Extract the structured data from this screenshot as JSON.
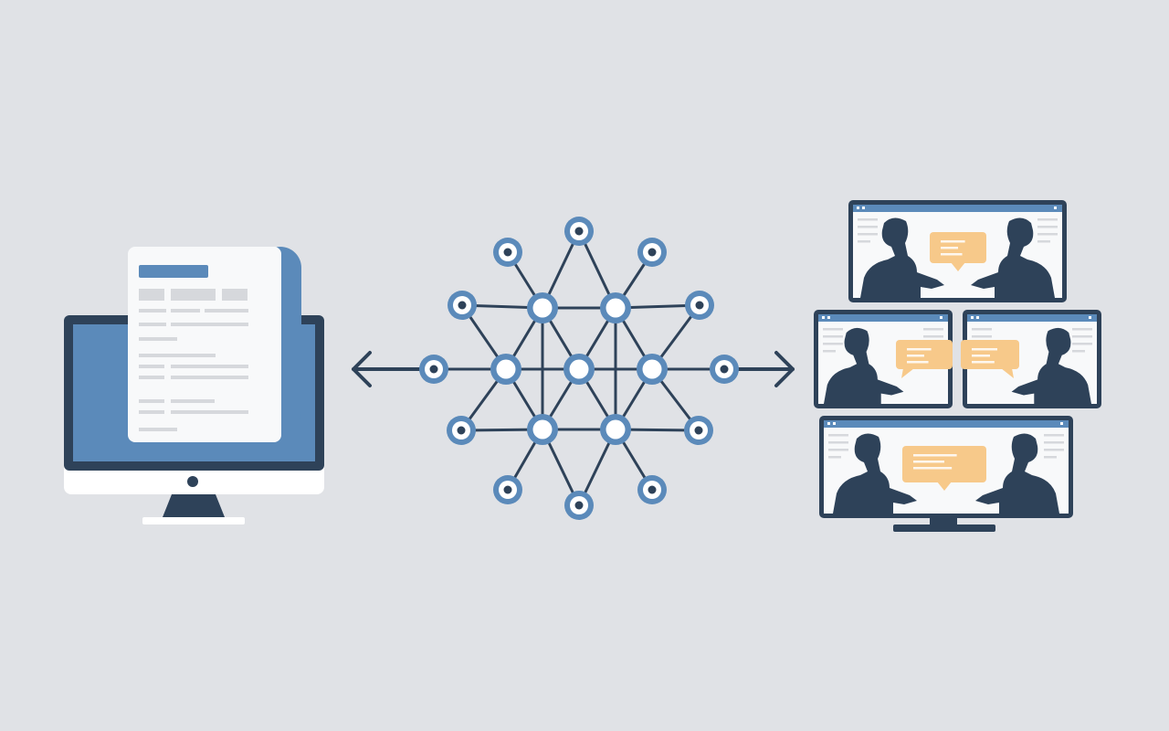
{
  "colors": {
    "background": "#e0e2e6",
    "navy": "#2e4259",
    "blue": "#5b8aba",
    "paper": "#f8f9fa",
    "line_gray": "#d6d8dc",
    "bubble": "#f7c98a",
    "white": "#ffffff"
  },
  "icons": {
    "left": "document-monitor-icon",
    "center": "network-graph-icon",
    "right": "video-meeting-screens-icon",
    "arrows": "double-headed-arrow-icon"
  },
  "network": {
    "inner_node_count": 7,
    "outer_node_count": 12
  },
  "meeting_screens": {
    "count": 4
  }
}
